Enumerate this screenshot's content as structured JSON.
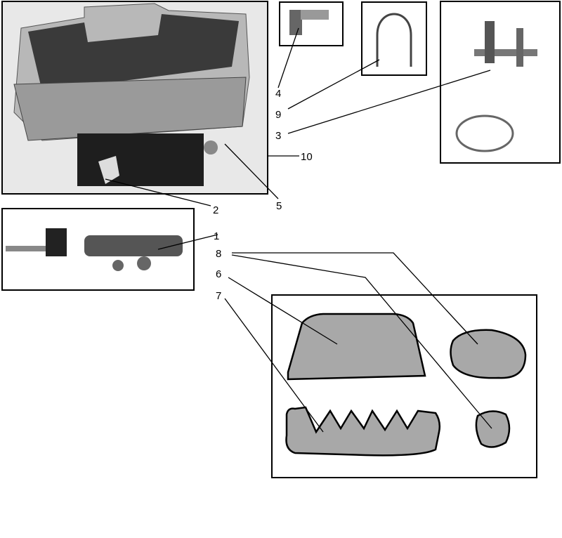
{
  "diagram": {
    "title": "Parts diagram",
    "callouts": {
      "c1": "1",
      "c2": "2",
      "c3": "3",
      "c4": "4",
      "c5": "5",
      "c6": "6",
      "c7": "7",
      "c8": "8",
      "c9": "9",
      "c10": "10"
    },
    "colors": {
      "stroke": "#000000",
      "ember": "#a8a8a8",
      "photo_dark": "#2a2a2a",
      "photo_mid": "#8a8a8a"
    }
  }
}
